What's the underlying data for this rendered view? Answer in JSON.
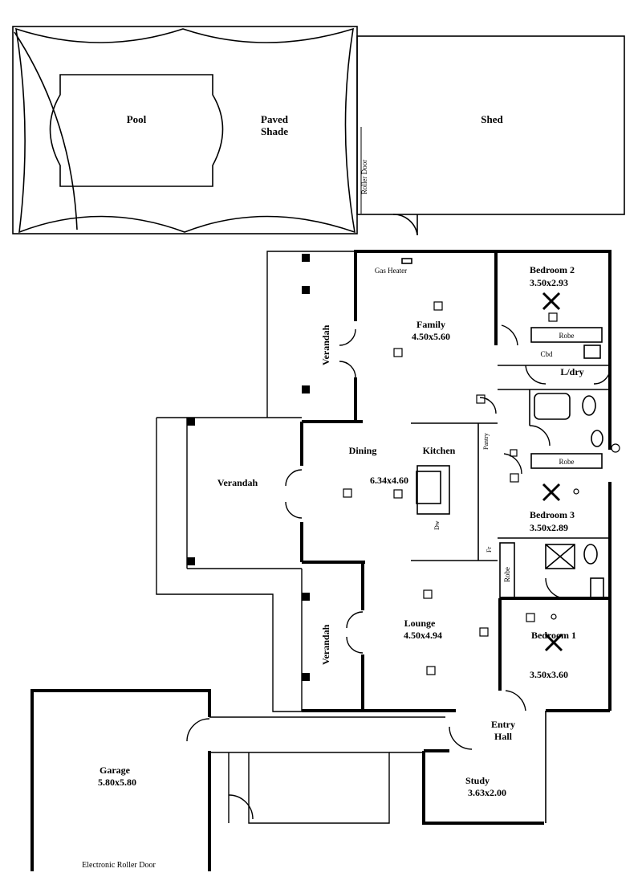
{
  "outdoor": {
    "pool": "Pool",
    "paved_shade_line1": "Paved",
    "paved_shade_line2": "Shade",
    "shed": "Shed",
    "roller_door": "Roller Door"
  },
  "rooms": {
    "family_name": "Family",
    "family_size": "4.50x5.60",
    "gas_heater": "Gas Heater",
    "bedroom2_name": "Bedroom 2",
    "bedroom2_size": "3.50x2.93",
    "robe_bed2": "Robe",
    "cbd": "Cbd",
    "ldry": "L/dry",
    "verandah_top": "Verandah",
    "verandah_left": "Verandah",
    "verandah_bottom": "Verandah",
    "dining": "Dining",
    "kitchen": "Kitchen",
    "dining_kitchen_size": "6.34x4.60",
    "pantry": "Pantry",
    "dw": "Dw",
    "fr": "Fr",
    "robe_bed3": "Robe",
    "bedroom3_name": "Bedroom 3",
    "bedroom3_size": "3.50x2.89",
    "robe_bed1": "Robe",
    "lounge_name": "Lounge",
    "lounge_size": "4.50x4.94",
    "bedroom1_name": "Bedroom 1",
    "bedroom1_size": "3.50x3.60",
    "entry_line1": "Entry",
    "entry_line2": "Hall",
    "garage_name": "Garage",
    "garage_size": "5.80x5.80",
    "study_name": "Study",
    "study_size": "3.63x2.00",
    "garage_door": "Electronic Roller Door"
  }
}
